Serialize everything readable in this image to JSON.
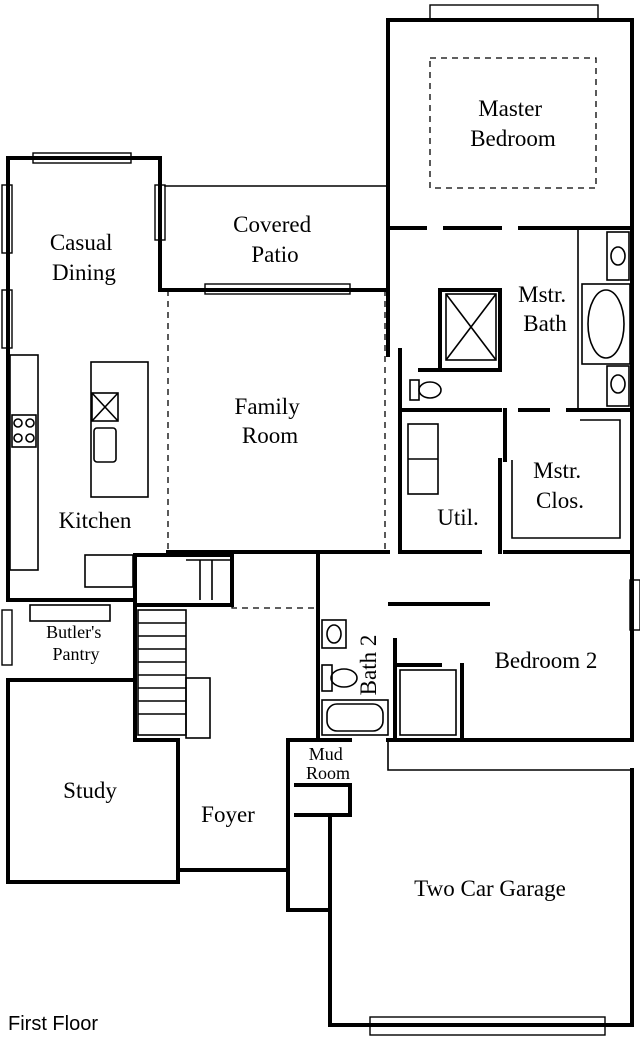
{
  "floor_label": "First Floor",
  "rooms": {
    "master_bedroom": [
      "Master",
      "Bedroom"
    ],
    "casual_dining": [
      "Casual",
      "Dining"
    ],
    "covered_patio": [
      "Covered",
      "Patio"
    ],
    "mstr_bath": [
      "Mstr.",
      "Bath"
    ],
    "family_room": [
      "Family",
      "Room"
    ],
    "mstr_clos": [
      "Mstr.",
      "Clos."
    ],
    "kitchen": "Kitchen",
    "util": "Util.",
    "butlers_pantry": [
      "Butler's",
      "Pantry"
    ],
    "bath_2": "Bath 2",
    "bedroom_2": "Bedroom 2",
    "study": "Study",
    "mud_room": [
      "Mud",
      "Room"
    ],
    "foyer": "Foyer",
    "two_car_garage": "Two Car Garage"
  }
}
